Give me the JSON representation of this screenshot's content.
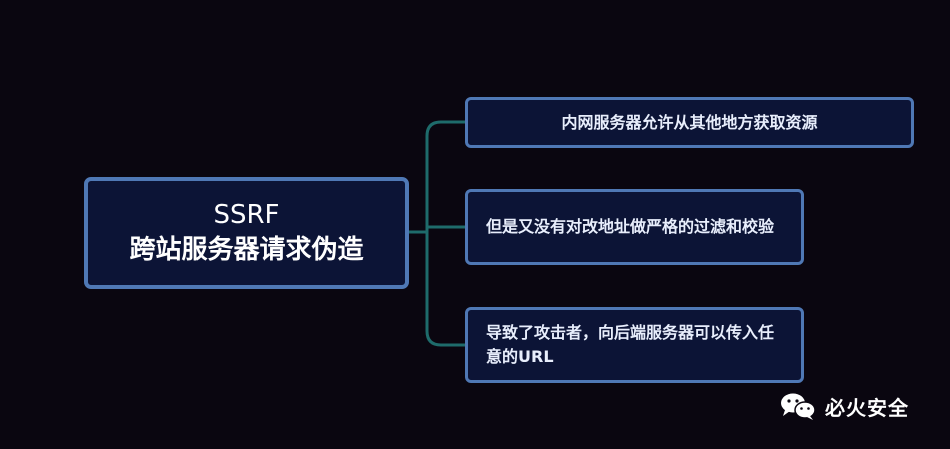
{
  "root": {
    "line1": "SSRF",
    "line2": "跨站服务器请求伪造"
  },
  "children": [
    {
      "text": "内网服务器允许从其他地方获取资源"
    },
    {
      "text": "但是又没有对改地址做严格的过滤和校验"
    },
    {
      "text": "导致了攻击者，向后端服务器可以传入任意的URL"
    }
  ],
  "watermark": {
    "text": "必火安全",
    "icon": "wechat-icon"
  },
  "colors": {
    "background": "#0a0610",
    "node_fill": "#0c1436",
    "node_border": "#4f78b5",
    "connector": "#1e6b6b"
  }
}
